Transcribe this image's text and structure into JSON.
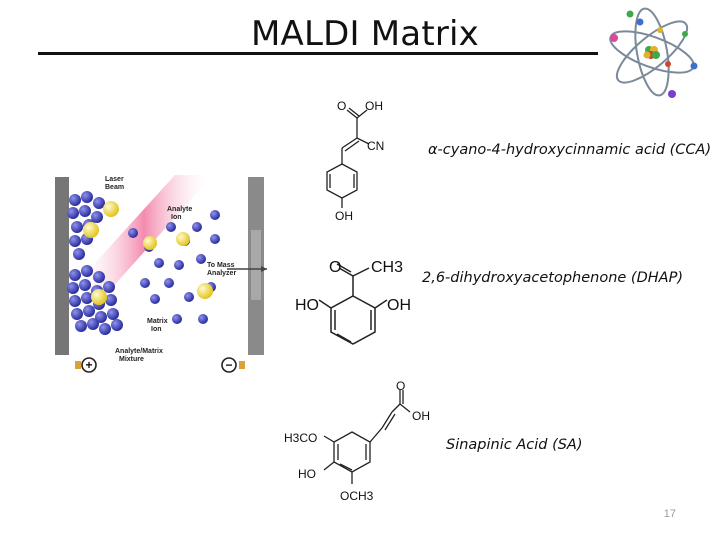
{
  "slide": {
    "title": "MALDI Matrix",
    "page_number": "17",
    "diagram": {
      "laser_beam_label": "Laser\nBeam",
      "analyte_ion_label": "Analyte\nIon",
      "to_mass_analyzer_label": "To Mass\nAnalyzer",
      "matrix_ion_label": "Matrix\nIon",
      "mixture_label": "Analyte/Matrix\nMixture",
      "plus_sign": "+",
      "minus_sign": "−"
    },
    "structures": [
      {
        "caption": "α-cyano-4-hydroxycinnamic acid (CCA)",
        "labels": {
          "o": "O",
          "oh_top": "OH",
          "cn": "CN",
          "oh_bottom": "OH"
        }
      },
      {
        "caption": "2,6-dihydroxyacetophenone (DHAP)",
        "labels": {
          "o": "O",
          "ch3": "CH3",
          "ho": "HO",
          "oh": "OH"
        }
      },
      {
        "caption": "Sinapinic Acid (SA)",
        "labels": {
          "o": "O",
          "oh_acid": "OH",
          "h3co": "H3CO",
          "ho": "HO",
          "och3": "OCH3"
        }
      }
    ]
  },
  "colors": {
    "matrix_ball": "#3b3fb8",
    "analyte_ball": "#f2dc3a",
    "laser": "#e8336f",
    "electrode": "#6d6d6d"
  }
}
